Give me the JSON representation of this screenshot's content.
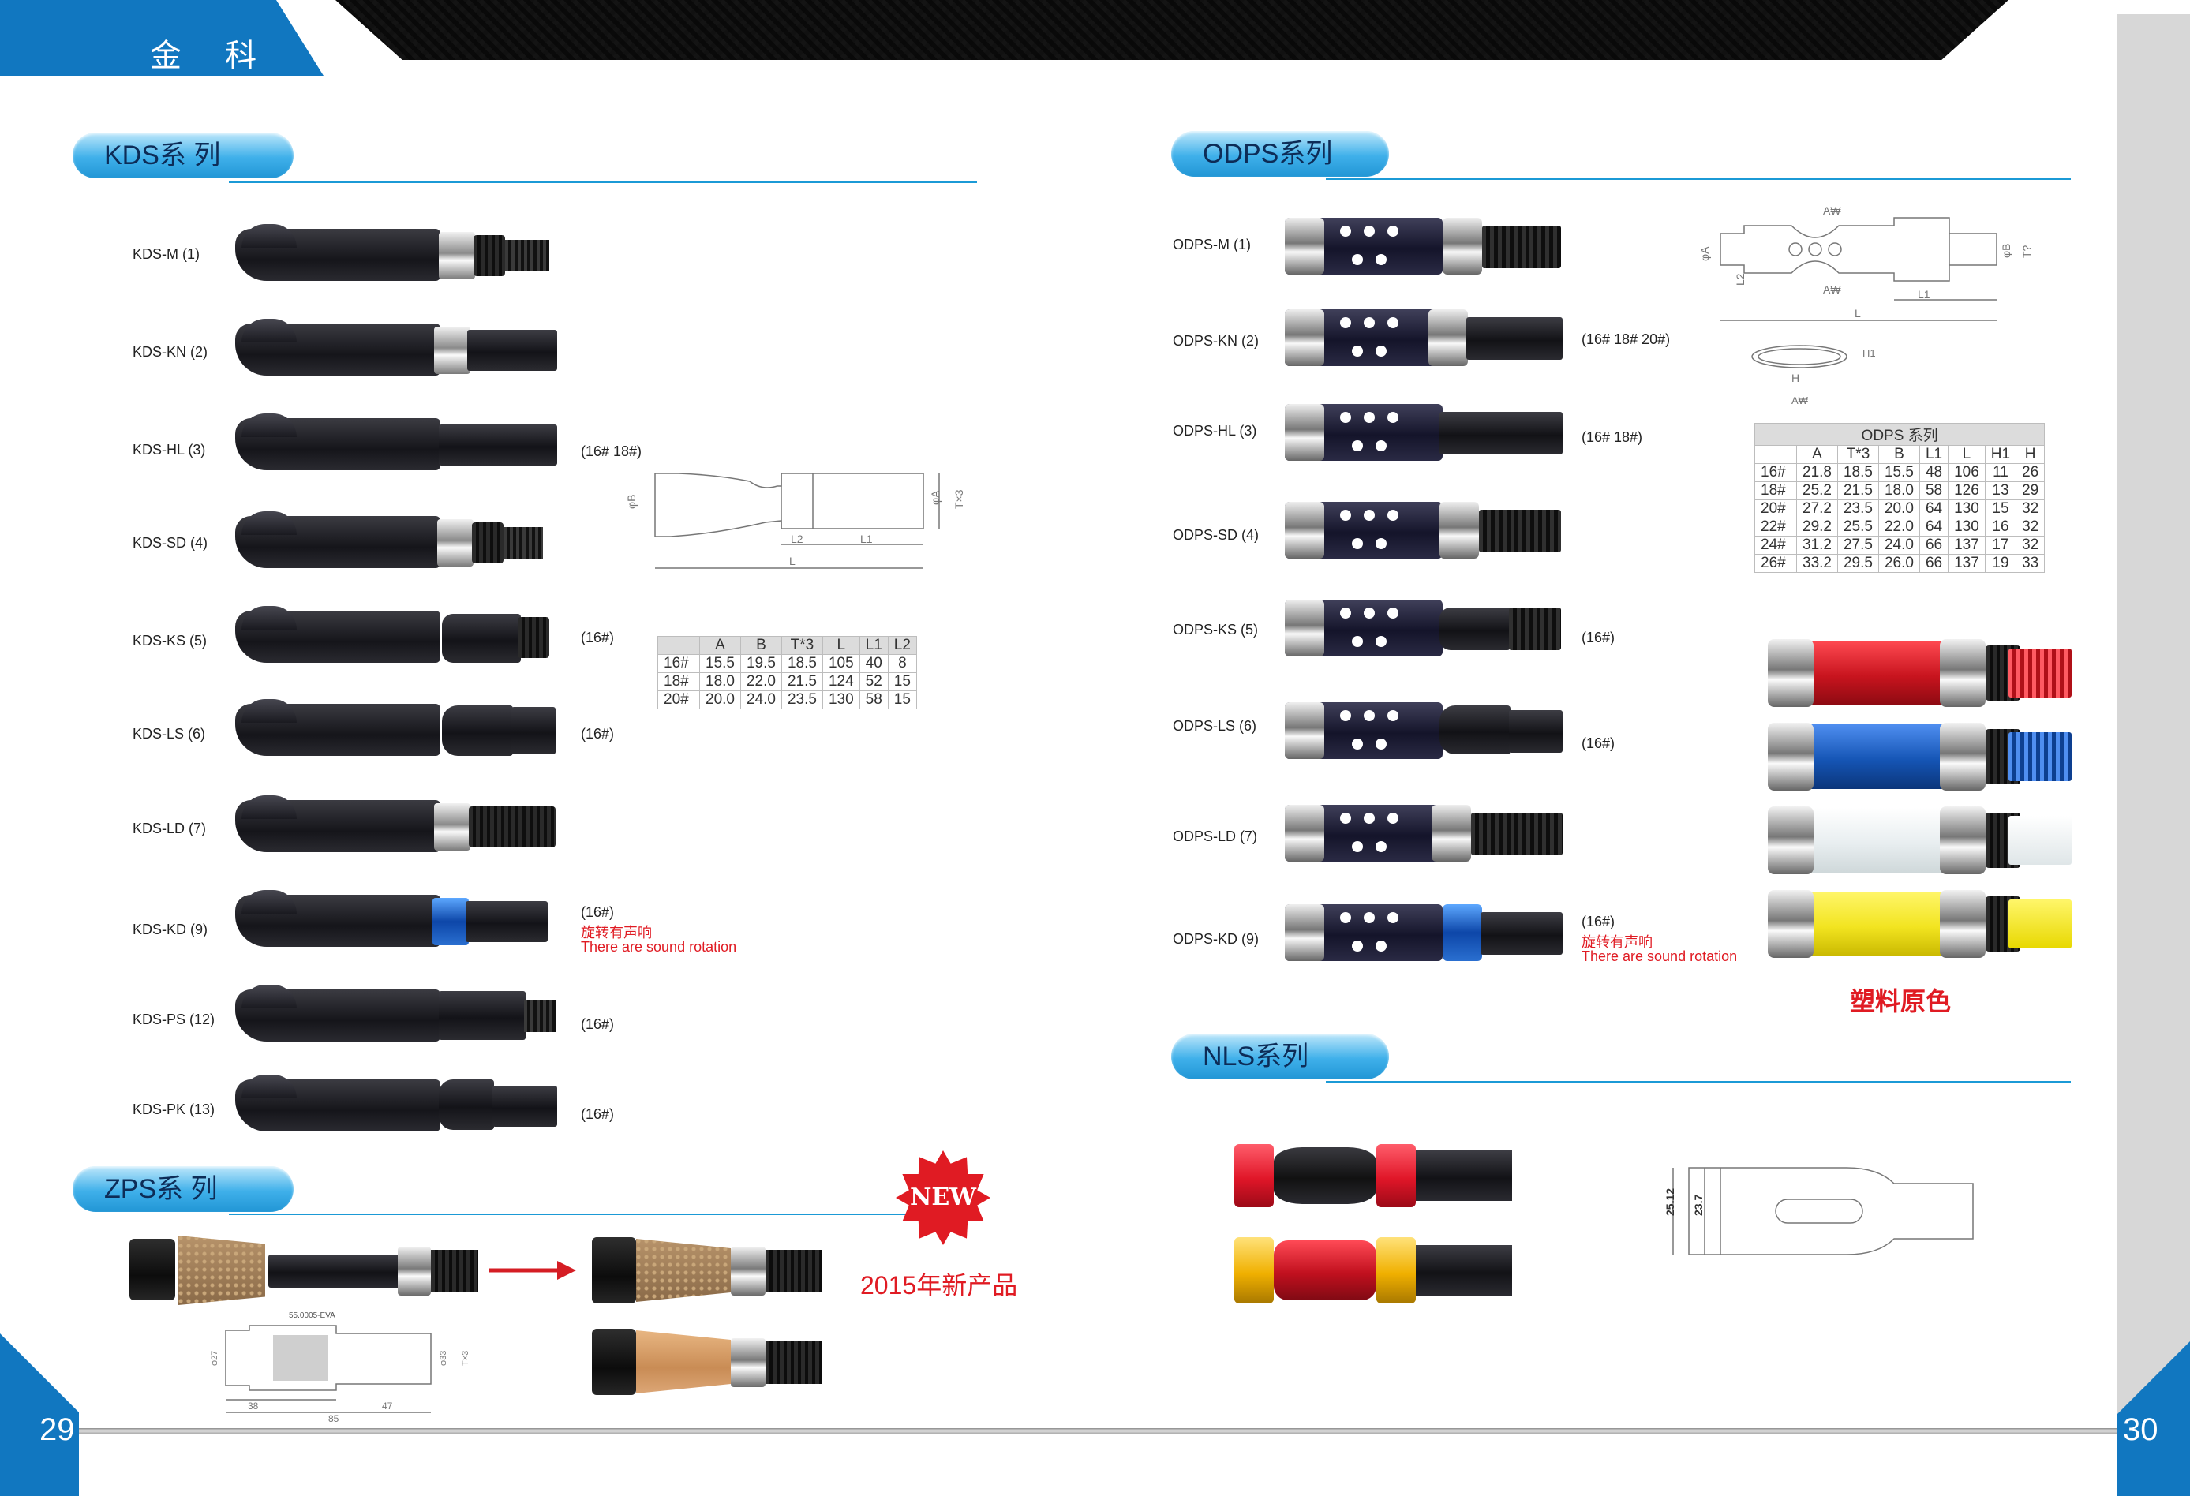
{
  "header": {
    "brand": "金 科"
  },
  "pages": {
    "left": "29",
    "right": "30"
  },
  "sections": {
    "kds": "KDS系 列",
    "odps": "ODPS系列",
    "zps": "ZPS系 列",
    "nls": "NLS系列"
  },
  "kds_items": [
    {
      "label": "KDS-M (1)",
      "note": ""
    },
    {
      "label": "KDS-KN (2)",
      "note": ""
    },
    {
      "label": "KDS-HL (3)",
      "note": "(16# 18#)"
    },
    {
      "label": "KDS-SD (4)",
      "note": ""
    },
    {
      "label": "KDS-KS (5)",
      "note": "(16#)"
    },
    {
      "label": "KDS-LS (6)",
      "note": "(16#)"
    },
    {
      "label": "KDS-LD (7)",
      "note": ""
    },
    {
      "label": "KDS-KD (9)",
      "note": "(16#)"
    },
    {
      "label": "KDS-PS (12)",
      "note": "(16#)"
    },
    {
      "label": "KDS-PK (13)",
      "note": "(16#)"
    }
  ],
  "sound_note": {
    "cn": "旋转有声响",
    "en": "There are sound rotation"
  },
  "kds_table": {
    "headers": [
      "",
      "A",
      "B",
      "T*3",
      "L",
      "L1",
      "L2"
    ],
    "rows": [
      [
        "16#",
        "15.5",
        "19.5",
        "18.5",
        "105",
        "40",
        "8"
      ],
      [
        "18#",
        "18.0",
        "22.0",
        "21.5",
        "124",
        "52",
        "15"
      ],
      [
        "20#",
        "20.0",
        "24.0",
        "23.5",
        "130",
        "58",
        "15"
      ]
    ]
  },
  "kds_drawing": {
    "dimB": "φB",
    "dimA": "φA",
    "dimT": "T×3",
    "dimL2": "L2",
    "dimL1": "L1",
    "dimL": "L"
  },
  "odps_items": [
    {
      "label": "ODPS-M (1)",
      "note": ""
    },
    {
      "label": "ODPS-KN (2)",
      "note": "(16# 18# 20#)"
    },
    {
      "label": "ODPS-HL (3)",
      "note": "(16# 18#)"
    },
    {
      "label": "ODPS-SD (4)",
      "note": ""
    },
    {
      "label": "ODPS-KS (5)",
      "note": "(16#)"
    },
    {
      "label": "ODPS-LS (6)",
      "note": "(16#)"
    },
    {
      "label": "ODPS-LD (7)",
      "note": ""
    },
    {
      "label": "ODPS-KD (9)",
      "note": "(16#)"
    }
  ],
  "odps_table": {
    "title": "ODPS 系列",
    "headers": [
      "",
      "A",
      "T*3",
      "B",
      "L1",
      "L",
      "H1",
      "H"
    ],
    "rows": [
      [
        "16#",
        "21.8",
        "18.5",
        "15.5",
        "48",
        "106",
        "11",
        "26"
      ],
      [
        "18#",
        "25.2",
        "21.5",
        "18.0",
        "58",
        "126",
        "13",
        "29"
      ],
      [
        "20#",
        "27.2",
        "23.5",
        "20.0",
        "64",
        "130",
        "15",
        "32"
      ],
      [
        "22#",
        "29.2",
        "25.5",
        "22.0",
        "64",
        "130",
        "16",
        "32"
      ],
      [
        "24#",
        "31.2",
        "27.5",
        "24.0",
        "66",
        "137",
        "17",
        "32"
      ],
      [
        "26#",
        "33.2",
        "29.5",
        "26.0",
        "66",
        "137",
        "19",
        "33"
      ]
    ]
  },
  "odps_drawing": {
    "dimA": "A₩",
    "dimA2": "A₩",
    "dimH": "H",
    "dimH1": "H1",
    "dimB": "φB",
    "dimT": "T?",
    "dimL1": "L1",
    "dimL": "L",
    "dimPhiA": "φA",
    "dimL2": "L2",
    "dimAW": "A₩"
  },
  "plastic_label": "塑料原色",
  "colored_tubes": [
    {
      "color": "#c8141e"
    },
    {
      "color": "#1555b5"
    },
    {
      "color": "#f4f6f7"
    },
    {
      "color": "#f2e420"
    }
  ],
  "nls_drawing": {
    "dim1": "25.12",
    "dim2": "23.7"
  },
  "nls_grips": [
    {
      "color": "#e01628"
    },
    {
      "color": "#f0b000"
    }
  ],
  "new_badge": "NEW",
  "new_product": "2015年新产品",
  "zps_drawing": {
    "label": "55.0005-EVA",
    "d1": "38",
    "d2": "47",
    "d3": "85",
    "d4": "φ27",
    "d5": "φ33",
    "d6": "T×3"
  }
}
